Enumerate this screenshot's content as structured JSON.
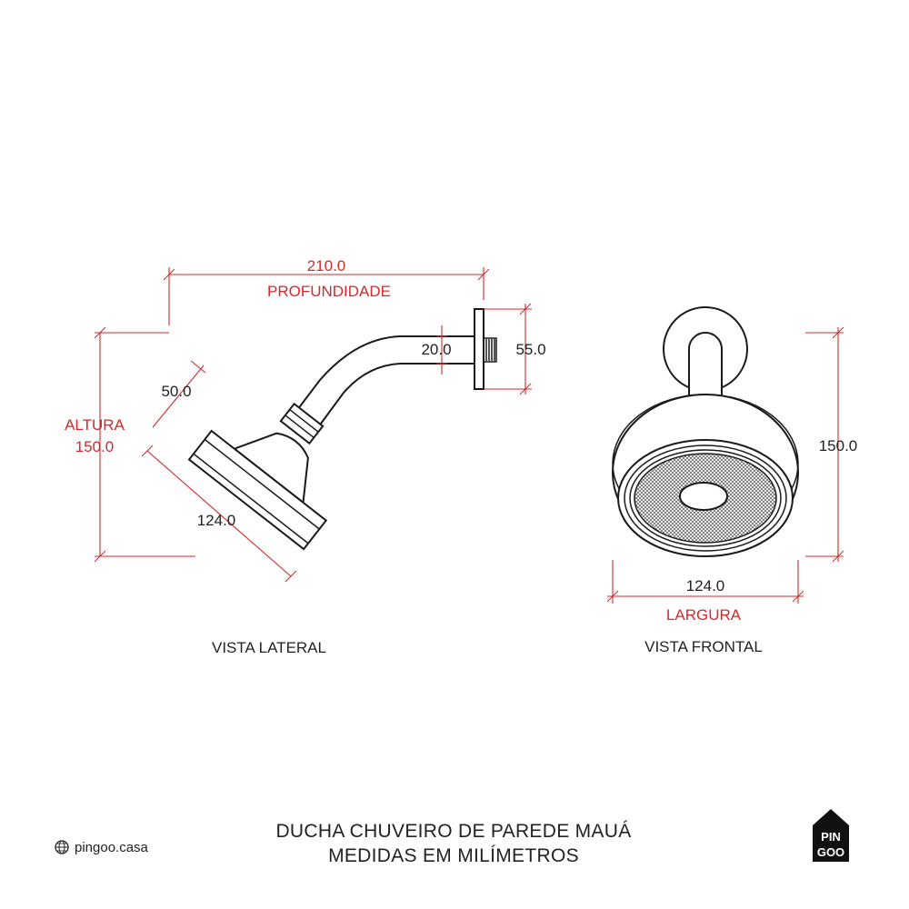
{
  "dimensions": {
    "depth_value": "210.0",
    "depth_label": "PROFUNDIDADE",
    "height_label": "ALTURA",
    "height_value": "150.0",
    "head_thickness": "50.0",
    "head_diameter_side": "124.0",
    "arm_diameter": "20.0",
    "flange_height": "55.0",
    "front_height": "150.0",
    "width_value": "124.0",
    "width_label": "LARGURA"
  },
  "views": {
    "side": "VISTA LATERAL",
    "front": "VISTA FRONTAL"
  },
  "title": {
    "line1": "DUCHA CHUVEIRO DE PAREDE MAUÁ",
    "line2": "MEDIDAS EM MILÍMETROS"
  },
  "brand": {
    "website": "pingoo.casa",
    "logo_top": "PIN",
    "logo_bottom": "GOO"
  },
  "colors": {
    "dimension_red": "#d42a2a",
    "line_black": "#1a1a1a"
  },
  "icons": [
    "globe-icon",
    "pingoo-house-logo"
  ]
}
